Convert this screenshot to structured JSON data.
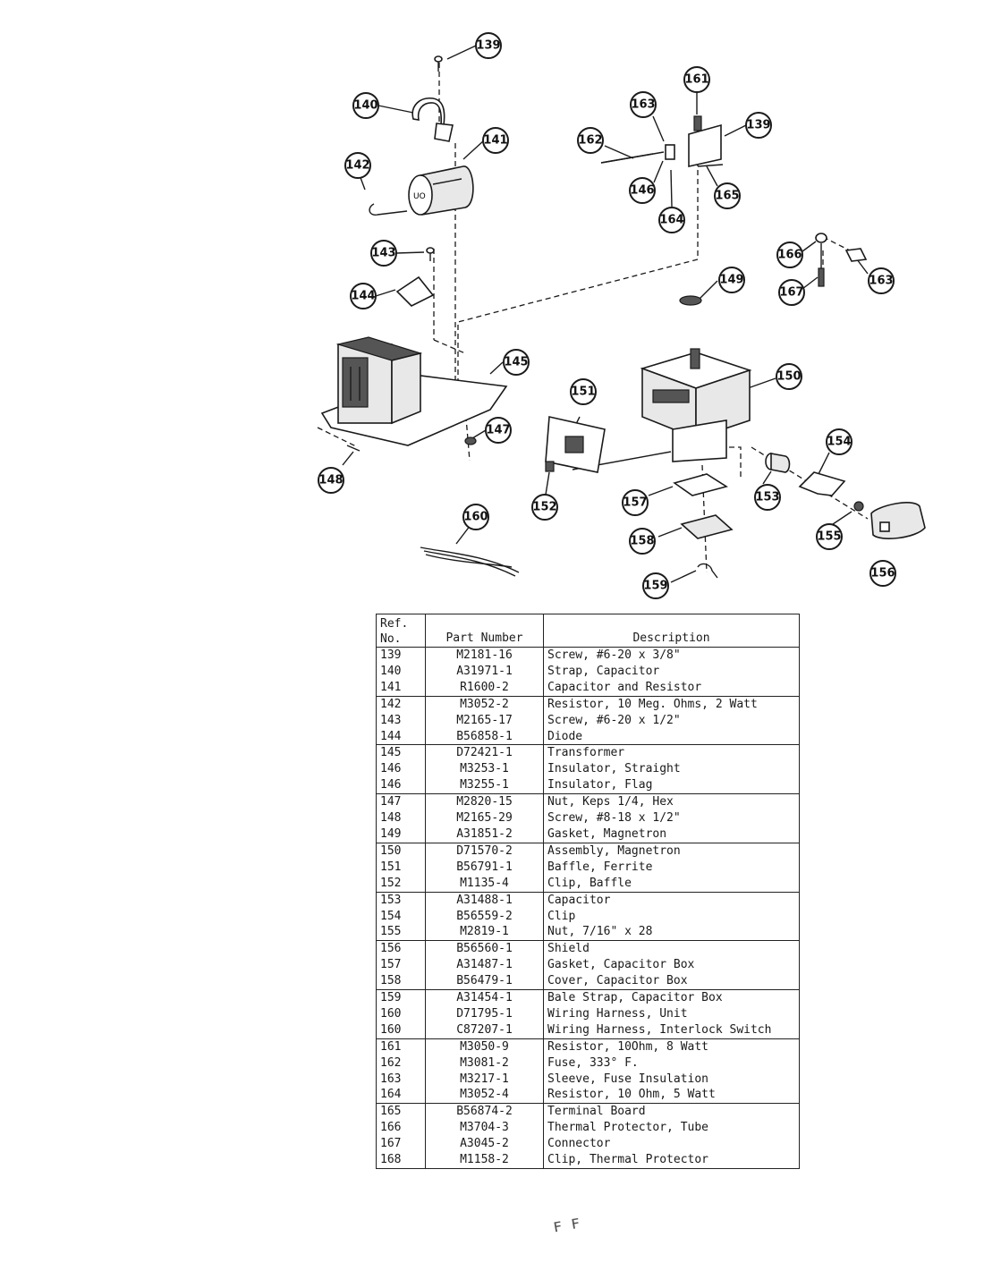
{
  "callouts": [
    "139",
    "140",
    "141",
    "142",
    "143",
    "144",
    "145",
    "146",
    "147",
    "148",
    "149",
    "150",
    "151",
    "152",
    "153",
    "154",
    "155",
    "156",
    "157",
    "158",
    "159",
    "160",
    "161",
    "162",
    "163",
    "164",
    "165",
    "139",
    "166",
    "167",
    "163"
  ],
  "table": {
    "headers": {
      "ref_line1": "Ref.",
      "ref_line2": "No.",
      "part": "Part Number",
      "description": "Description"
    },
    "rows": [
      {
        "ref": "139",
        "part": "M2181-16",
        "desc": "Screw, #6-20 x 3/8\""
      },
      {
        "ref": "140",
        "part": "A31971-1",
        "desc": "Strap, Capacitor"
      },
      {
        "ref": "141",
        "part": "R1600-2",
        "desc": "Capacitor and Resistor"
      },
      {
        "ref": "142",
        "part": "M3052-2",
        "desc": "Resistor, 10 Meg. Ohms, 2 Watt"
      },
      {
        "ref": "143",
        "part": "M2165-17",
        "desc": "Screw, #6-20 x 1/2\""
      },
      {
        "ref": "144",
        "part": "B56858-1",
        "desc": "Diode"
      },
      {
        "ref": "145",
        "part": "D72421-1",
        "desc": "Transformer"
      },
      {
        "ref": "146",
        "part": "M3253-1",
        "desc": "Insulator, Straight"
      },
      {
        "ref": "146",
        "part": "M3255-1",
        "desc": "Insulator, Flag"
      },
      {
        "ref": "147",
        "part": "M2820-15",
        "desc": "Nut, Keps 1/4, Hex"
      },
      {
        "ref": "148",
        "part": "M2165-29",
        "desc": "Screw, #8-18 x 1/2\""
      },
      {
        "ref": "149",
        "part": "A31851-2",
        "desc": "Gasket, Magnetron"
      },
      {
        "ref": "150",
        "part": "D71570-2",
        "desc": "Assembly, Magnetron"
      },
      {
        "ref": "151",
        "part": "B56791-1",
        "desc": "Baffle, Ferrite"
      },
      {
        "ref": "152",
        "part": "M1135-4",
        "desc": "Clip, Baffle"
      },
      {
        "ref": "153",
        "part": "A31488-1",
        "desc": "Capacitor"
      },
      {
        "ref": "154",
        "part": "B56559-2",
        "desc": "Clip"
      },
      {
        "ref": "155",
        "part": "M2819-1",
        "desc": "Nut, 7/16\" x 28"
      },
      {
        "ref": "156",
        "part": "B56560-1",
        "desc": "Shield"
      },
      {
        "ref": "157",
        "part": "A31487-1",
        "desc": "Gasket, Capacitor Box"
      },
      {
        "ref": "158",
        "part": "B56479-1",
        "desc": "Cover, Capacitor Box"
      },
      {
        "ref": "159",
        "part": "A31454-1",
        "desc": "Bale Strap, Capacitor Box"
      },
      {
        "ref": "160",
        "part": "D71795-1",
        "desc": "Wiring Harness, Unit"
      },
      {
        "ref": "160",
        "part": "C87207-1",
        "desc": "Wiring Harness, Interlock Switch"
      },
      {
        "ref": "161",
        "part": "M3050-9",
        "desc": "Resistor, 10Ohm, 8 Watt"
      },
      {
        "ref": "162",
        "part": "M3081-2",
        "desc": "Fuse, 333° F."
      },
      {
        "ref": "163",
        "part": "M3217-1",
        "desc": "Sleeve, Fuse Insulation"
      },
      {
        "ref": "164",
        "part": "M3052-4",
        "desc": "Resistor, 10 Ohm, 5 Watt"
      },
      {
        "ref": "165",
        "part": "B56874-2",
        "desc": "Terminal Board"
      },
      {
        "ref": "166",
        "part": "M3704-3",
        "desc": "Thermal Protector, Tube"
      },
      {
        "ref": "167",
        "part": "A3045-2",
        "desc": "Connector"
      },
      {
        "ref": "168",
        "part": "M1158-2",
        "desc": "Clip, Thermal Protector"
      }
    ]
  },
  "footer_mark": "ꜰ ꜰ"
}
